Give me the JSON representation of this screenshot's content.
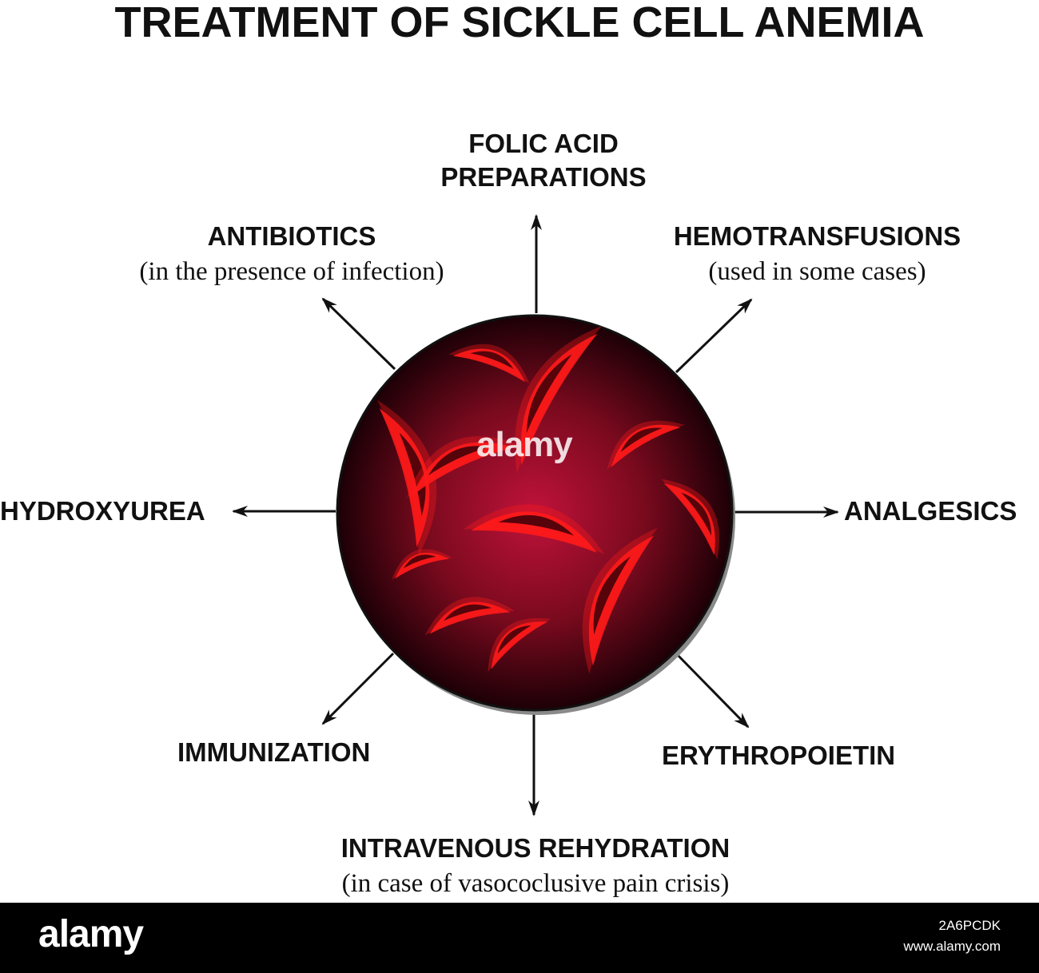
{
  "title": "TREATMENT OF SICKLE CELL ANEMIA",
  "treatments": {
    "folic": {
      "line1": "FOLIC ACID",
      "line2": "PREPARATIONS"
    },
    "antibiotics": {
      "heading": "ANTIBIOTICS",
      "note": "(in the presence of infection)"
    },
    "hemotransfusions": {
      "heading": "HEMOTRANSFUSIONS",
      "note": "(used in some cases)"
    },
    "hydroxyurea": {
      "heading": "HYDROXYUREA"
    },
    "analgesics": {
      "heading": "ANALGESICS"
    },
    "immunization": {
      "heading": "IMMUNIZATION"
    },
    "erythropoietin": {
      "heading": "ERYTHROPOIETIN"
    },
    "rehydration": {
      "heading": "INTRAVENOUS REHYDRATION",
      "note": "(in case of vasococlusive pain crisis)"
    }
  },
  "watermark": "alamy",
  "footer": {
    "logo": "alamy",
    "image_id": "2A6PCDK",
    "site": "www.alamy.com"
  },
  "colors": {
    "cell_center": "#c0123a",
    "cell_edge": "#1c0006",
    "sickle": "#ff1a1a",
    "footer_bg": "#000000"
  }
}
